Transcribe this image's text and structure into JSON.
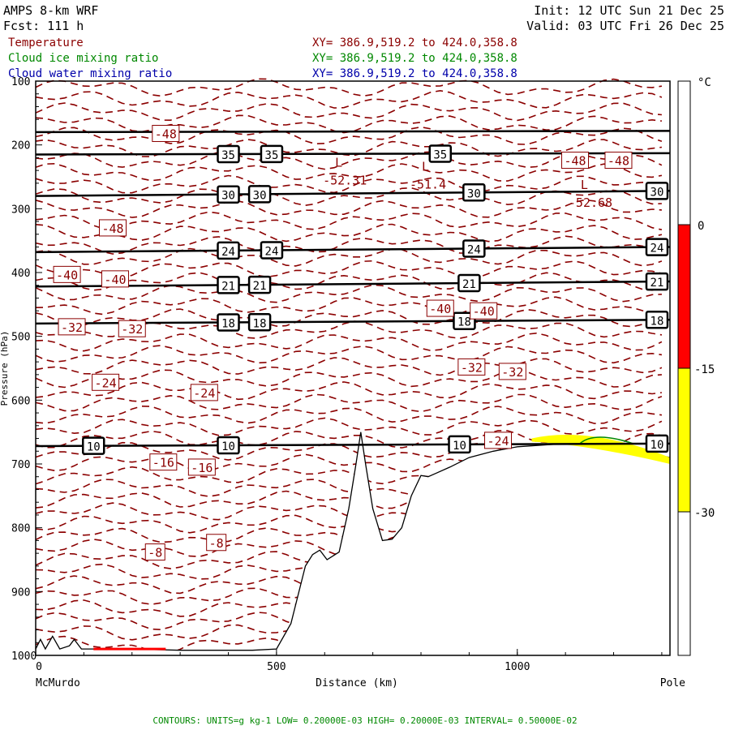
{
  "header": {
    "model": "AMPS 8-km WRF",
    "fcst": "Fcst:  111 h",
    "init": "Init: 12 UTC Sun 21 Dec 25",
    "valid": "Valid: 03 UTC Fri 26 Dec 25"
  },
  "fields": [
    {
      "name": "Temperature",
      "xy": "XY= 386.9,519.2 to 424.0,358.8",
      "color": "#8b0000"
    },
    {
      "name": "Cloud ice mixing ratio",
      "xy": "XY= 386.9,519.2 to 424.0,358.8",
      "color": "#008800"
    },
    {
      "name": "Cloud water mixing ratio",
      "xy": "XY= 386.9,519.2 to 424.0,358.8",
      "color": "#0000aa"
    }
  ],
  "chart_data": {
    "type": "line",
    "title": "Cross-section",
    "xlabel": "Distance (km)",
    "ylabel": "Pressure (hPa)",
    "xlim": [
      0,
      1317
    ],
    "ylim": [
      1000,
      100
    ],
    "xticks": [
      "0",
      "500",
      "1000"
    ],
    "yticks": [
      "100",
      "200",
      "300",
      "400",
      "500",
      "600",
      "700",
      "800",
      "900",
      "1000"
    ],
    "x_endpoints": {
      "left": "McMurdo",
      "right": "Pole"
    },
    "isentropes": [
      {
        "label": "35",
        "p_left": 215,
        "p_right": 213,
        "label_x": [
          400,
          490,
          840
        ]
      },
      {
        "label": "30",
        "p_left": 280,
        "p_right": 272,
        "label_x": [
          400,
          465,
          910,
          1290
        ]
      },
      {
        "label": "24",
        "p_left": 368,
        "p_right": 360,
        "label_x": [
          400,
          490,
          910,
          1290
        ]
      },
      {
        "label": "21",
        "p_left": 422,
        "p_right": 414,
        "label_x": [
          400,
          465,
          900,
          1290
        ]
      },
      {
        "label": "18",
        "p_left": 480,
        "p_right": 474,
        "label_x": [
          400,
          465,
          890,
          1290
        ]
      },
      {
        "label": "10",
        "p_left": 672,
        "p_right": 668,
        "label_x": [
          120,
          400,
          880,
          1290
        ]
      }
    ],
    "top_line_p": 180,
    "temperature_labels": [
      {
        "t": "-48",
        "x": 270,
        "p": 182
      },
      {
        "t": "-48",
        "x": 1120,
        "p": 224
      },
      {
        "t": "-48",
        "x": 1210,
        "p": 224
      },
      {
        "t": "-48",
        "x": 160,
        "p": 330
      },
      {
        "t": "-40",
        "x": 65,
        "p": 403
      },
      {
        "t": "-40",
        "x": 165,
        "p": 410
      },
      {
        "t": "-40",
        "x": 840,
        "p": 456
      },
      {
        "t": "-40",
        "x": 930,
        "p": 460
      },
      {
        "t": "-32",
        "x": 75,
        "p": 485
      },
      {
        "t": "-32",
        "x": 200,
        "p": 488
      },
      {
        "t": "-32",
        "x": 905,
        "p": 548
      },
      {
        "t": "-32",
        "x": 990,
        "p": 555
      },
      {
        "t": "-24",
        "x": 145,
        "p": 572
      },
      {
        "t": "-24",
        "x": 350,
        "p": 588
      },
      {
        "t": "-24",
        "x": 960,
        "p": 663
      },
      {
        "t": "-16",
        "x": 265,
        "p": 697
      },
      {
        "t": "-16",
        "x": 345,
        "p": 705
      },
      {
        "t": "-8",
        "x": 248,
        "p": 838
      },
      {
        "t": "-8",
        "x": 375,
        "p": 823
      }
    ],
    "lows": [
      {
        "t": "-52.31",
        "x": 630,
        "p": 252
      },
      {
        "t": "-51.4",
        "x": 810,
        "p": 258
      },
      {
        "t": "-52.68",
        "x": 1140,
        "p": 287
      }
    ],
    "terrain": [
      [
        0,
        990
      ],
      [
        10,
        975
      ],
      [
        20,
        990
      ],
      [
        35,
        970
      ],
      [
        50,
        990
      ],
      [
        70,
        985
      ],
      [
        80,
        975
      ],
      [
        95,
        990
      ],
      [
        200,
        990
      ],
      [
        300,
        992
      ],
      [
        450,
        992
      ],
      [
        500,
        990
      ],
      [
        530,
        950
      ],
      [
        560,
        860
      ],
      [
        575,
        842
      ],
      [
        590,
        835
      ],
      [
        605,
        850
      ],
      [
        630,
        838
      ],
      [
        650,
        770
      ],
      [
        665,
        700
      ],
      [
        675,
        650
      ],
      [
        685,
        700
      ],
      [
        700,
        770
      ],
      [
        720,
        820
      ],
      [
        740,
        818
      ],
      [
        760,
        800
      ],
      [
        780,
        750
      ],
      [
        800,
        718
      ],
      [
        815,
        720
      ],
      [
        830,
        715
      ],
      [
        860,
        705
      ],
      [
        900,
        690
      ],
      [
        950,
        680
      ],
      [
        1000,
        673
      ],
      [
        1100,
        668
      ],
      [
        1200,
        673
      ],
      [
        1260,
        680
      ],
      [
        1317,
        690
      ]
    ],
    "colorbar": {
      "unit": "°C",
      "ticks": [
        "0",
        "-15",
        "-30"
      ],
      "bands": [
        {
          "from": 0,
          "to": -15,
          "color": "#ff0000"
        },
        {
          "from": -15,
          "to": -30,
          "color": "#ffff00"
        }
      ]
    },
    "footer": "CONTOURS:  UNITS=g kg-1  LOW= 0.20000E-03  HIGH= 0.20000E-03  INTERVAL=  0.50000E-02"
  }
}
